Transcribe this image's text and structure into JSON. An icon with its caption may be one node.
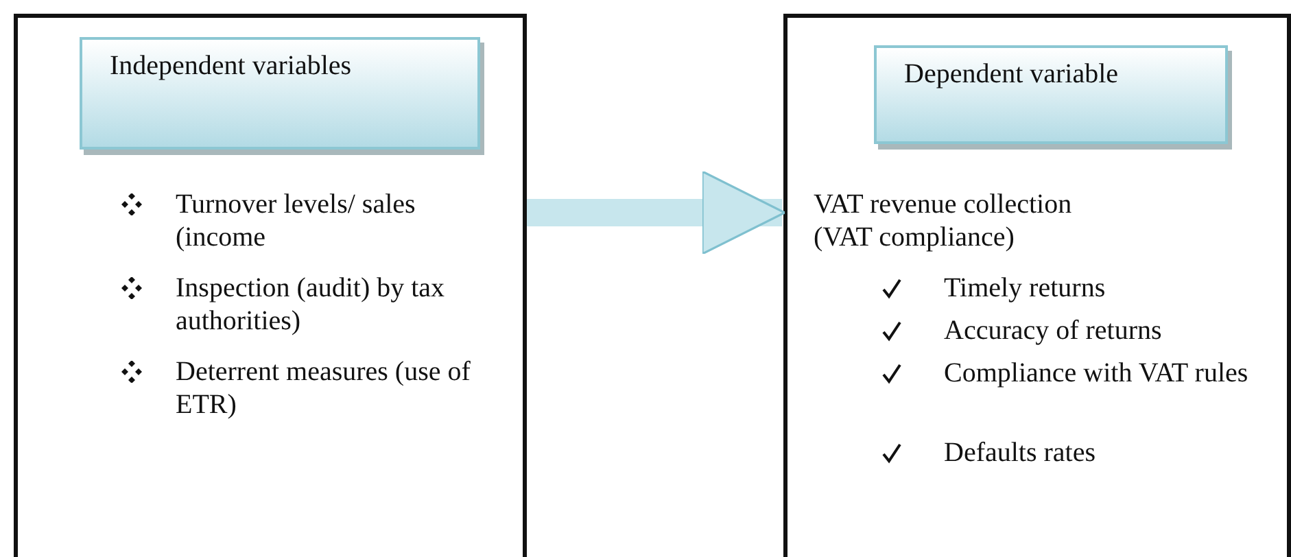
{
  "diagram": {
    "nodes": [
      {
        "text": [
          "Turnover levels/ sales (income",
          "Inspection (audit) by tax authorities)",
          "Deterrent measures (use of ETR)"
        ]
      },
      {
        "text": [
          "Independent variables"
        ],
        "in": 0
      },
      {
        "text": [
          "VAT revenue collection (VAT compliance)",
          "Timely returns",
          "Accuracy of returns",
          "Compliance with VAT rules",
          "Defaults rates"
        ]
      },
      {
        "text": [
          "Dependent variable"
        ],
        "in": 2
      }
    ],
    "edges": [
      {
        "from": 0,
        "to": 2,
        "arrow": "to"
      }
    ]
  }
}
